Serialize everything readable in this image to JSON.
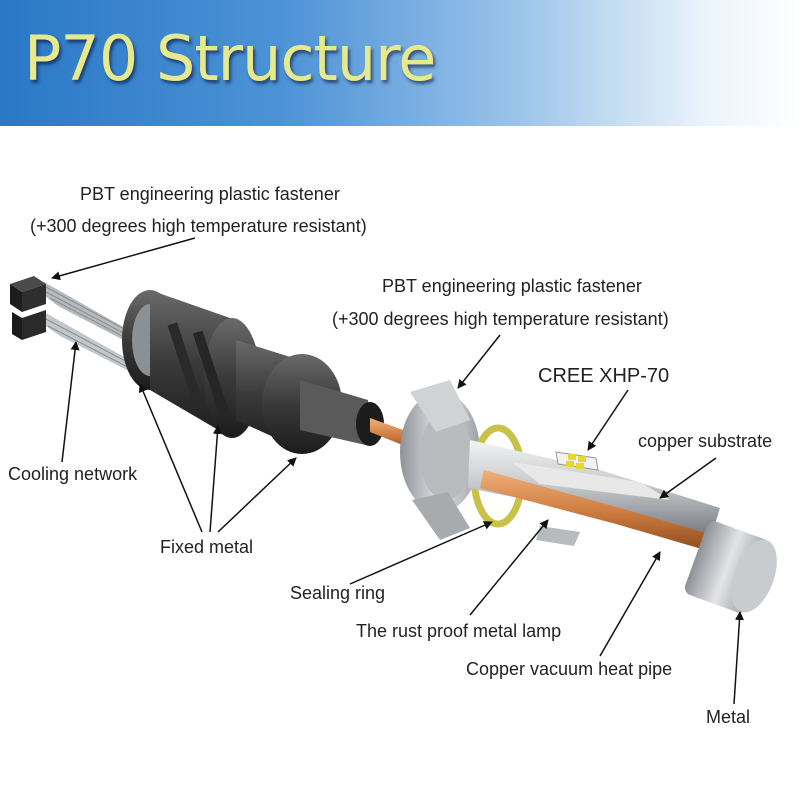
{
  "title": "P70 Structure",
  "labels": {
    "pbt_left_line1": "PBT engineering plastic fastener",
    "pbt_left_line2": "(+300 degrees high temperature resistant)",
    "pbt_right_line1": "PBT engineering plastic fastener",
    "pbt_right_line2": "(+300 degrees high temperature resistant)",
    "cree": "CREE XHP-70",
    "copper_substrate": "copper substrate",
    "cooling_network": "Cooling network",
    "fixed_metal": "Fixed metal",
    "sealing_ring": "Sealing ring",
    "rust_proof": "The rust proof metal lamp",
    "heat_pipe": "Copper vacuum heat pipe",
    "metal": "Metal"
  }
}
